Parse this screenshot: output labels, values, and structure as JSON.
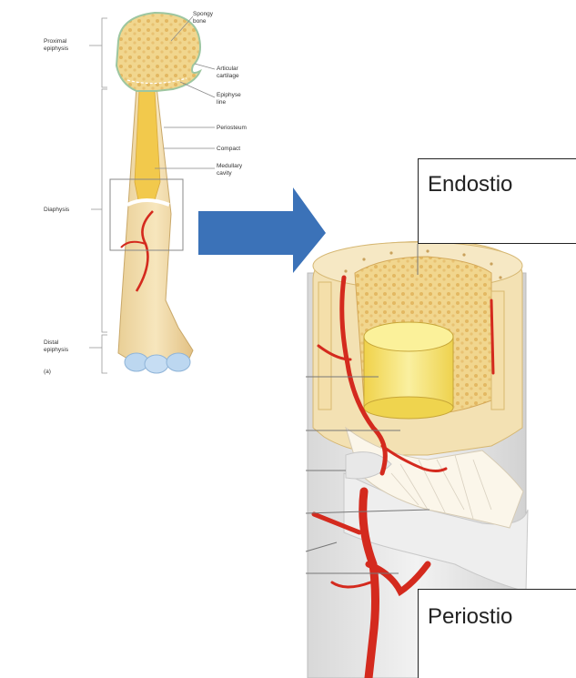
{
  "labels": {
    "spongy_bone": [
      "Spongy",
      "bone"
    ],
    "proximal_epiphysis": [
      "Proximal",
      "epiphysis"
    ],
    "articular_cartilage": [
      "Articular",
      "cartilage"
    ],
    "epiphyseal_line": [
      "Epiphyse",
      "line"
    ],
    "periosteum": "Periosteum",
    "compact": "Compact",
    "medullary_cavity": [
      "Medullary",
      "cavity"
    ],
    "diaphysis": "Diaphysis",
    "distal_epiphysis": [
      "Distal",
      "epiphysis"
    ],
    "panel_letter": "(a)"
  },
  "boxes": {
    "endostio": "Endostio",
    "periostio": "Periostio"
  },
  "colors": {
    "bone_light": "#f2dfb0",
    "bone_dark": "#e0b86a",
    "marrow": "#f3df5a",
    "artery": "#d42a1e",
    "cartilage": "#bcd7f0",
    "arrow": "#3b72b8",
    "periosteum_outer": "#e6e6e6"
  }
}
